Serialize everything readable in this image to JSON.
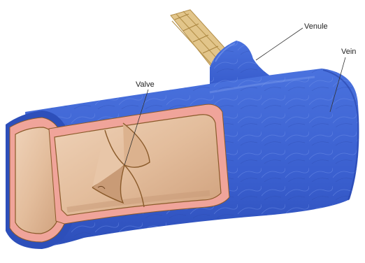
{
  "labels": {
    "venule": "Venule",
    "vein": "Vein",
    "valve": "Valve"
  },
  "colors": {
    "vein_blue": "#3a5fcf",
    "vein_blue_dark": "#2643a8",
    "lumen_tan": "#e6c2a4",
    "lumen_shadow": "#c79a78",
    "wall_pink": "#f0a49a",
    "wall_outline": "#8a5a2a",
    "nerve_tan": "#e2c58a"
  }
}
